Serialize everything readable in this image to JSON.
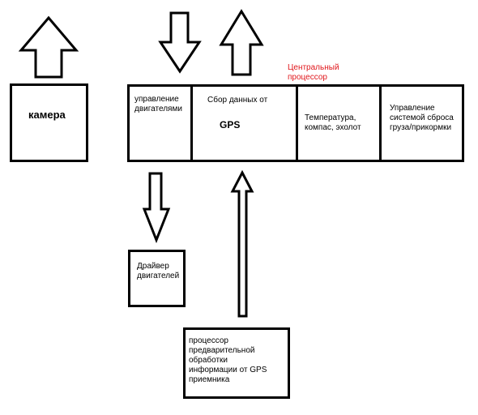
{
  "camera": {
    "label": "камера"
  },
  "cpu": {
    "title": "Центральный\nпроцессор",
    "cells": [
      {
        "text": "управление\nдвигателями"
      },
      {
        "text": "Сбор данных от",
        "sub": "GPS"
      },
      {
        "text": "Температура,\nкомпас, эхолот"
      },
      {
        "text": "Управление\nсистемой сброса\nгруза/прикормки"
      }
    ]
  },
  "driver": {
    "label": "Драйвер\nдвигателей"
  },
  "preprocessor": {
    "label": "процессор\nпредварительной\nобработки\nинформации от GPS\nприемника"
  },
  "colors": {
    "cpu_title": "#e0161b",
    "line": "#000000",
    "background": "#ffffff"
  }
}
